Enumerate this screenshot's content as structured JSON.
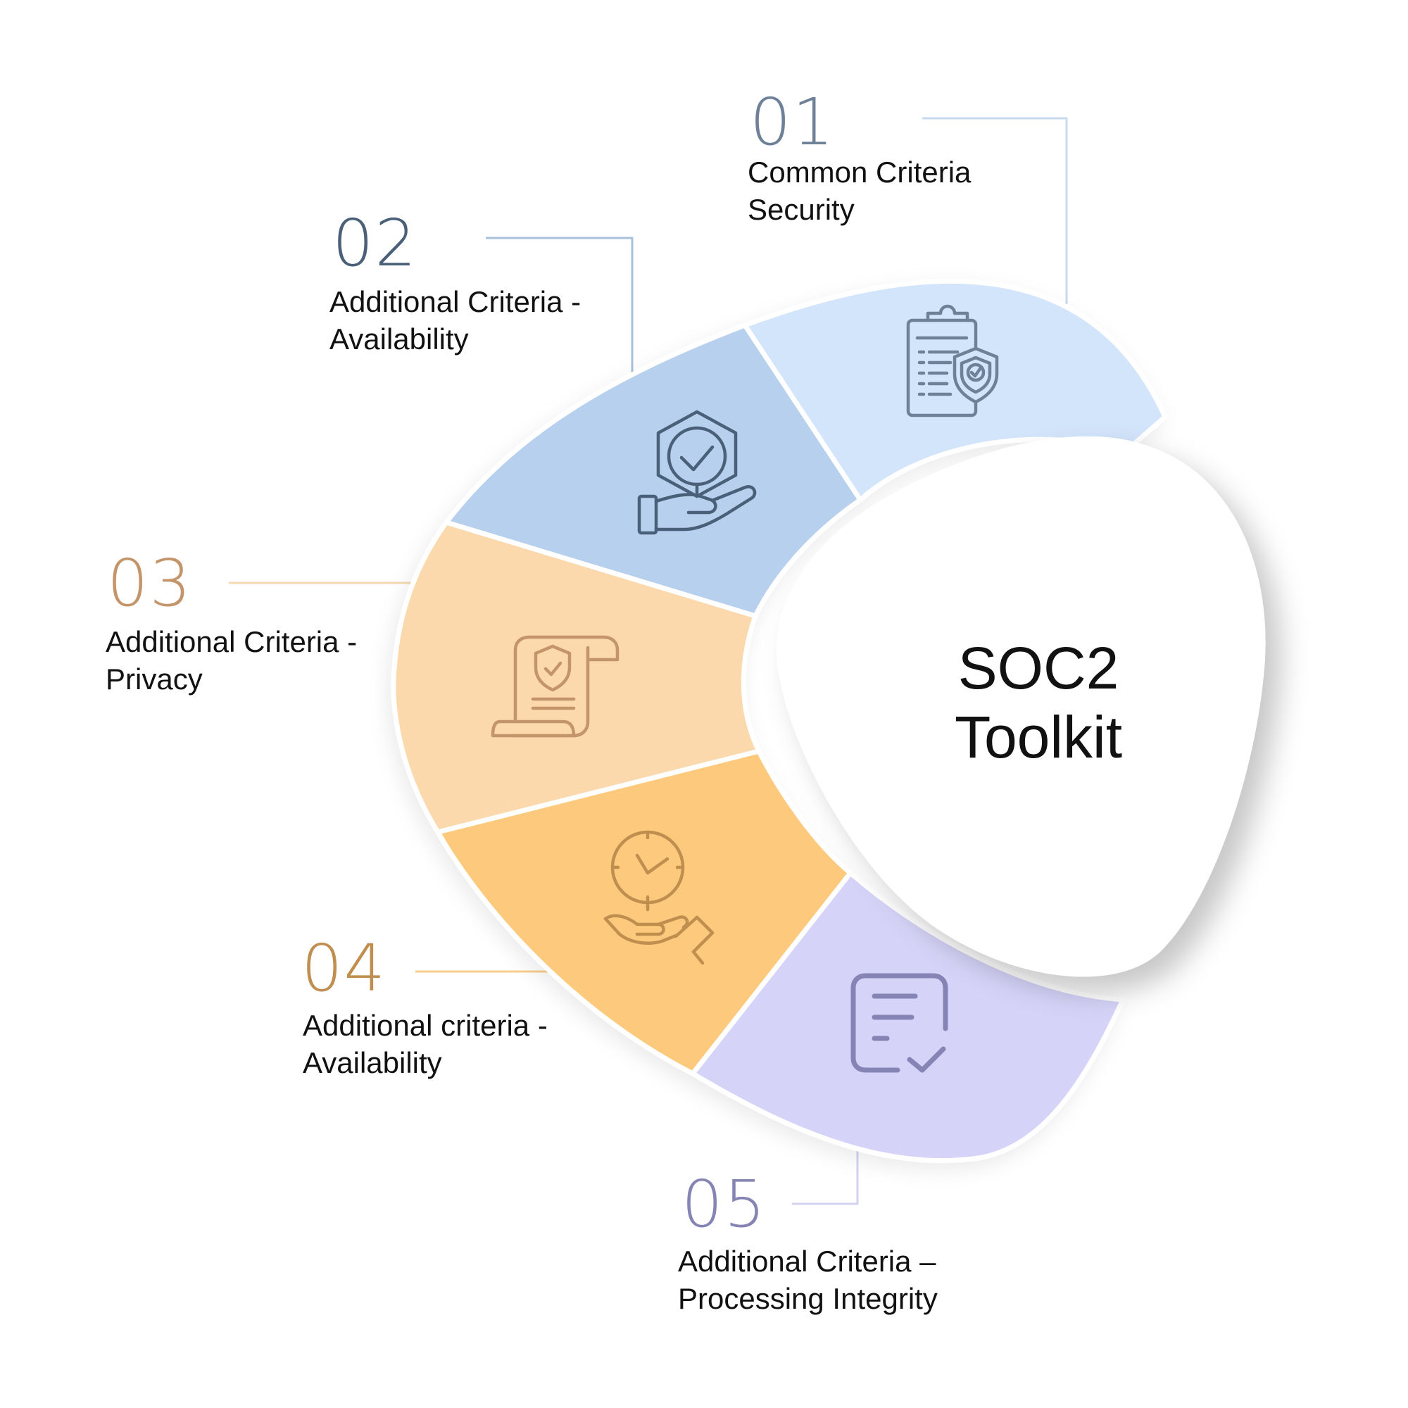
{
  "center": {
    "line1": "SOC2",
    "line2": "Toolkit"
  },
  "items": [
    {
      "number": "01",
      "line1": "Common Criteria",
      "line2": "Security",
      "icon": "clipboard-shield-icon",
      "color": "#d3e5fb",
      "accent": "#6f8198"
    },
    {
      "number": "02",
      "line1": "Additional Criteria -",
      "line2": "Availability",
      "icon": "hand-hexagon-check-icon",
      "color": "#b7d0ee",
      "accent": "#4a6078"
    },
    {
      "number": "03",
      "line1": "Additional Criteria -",
      "line2": "Privacy",
      "icon": "scroll-shield-icon",
      "color": "#fbd9ac",
      "accent": "#c4956a"
    },
    {
      "number": "04",
      "line1": "Additional criteria -",
      "line2": "Availability",
      "icon": "hand-clock-icon",
      "color": "#fdca7d",
      "accent": "#c08f4f"
    },
    {
      "number": "05",
      "line1": "Additional Criteria –",
      "line2": "Processing Integrity",
      "icon": "document-check-icon",
      "color": "#d5d3f7",
      "accent": "#8584b5"
    }
  ]
}
